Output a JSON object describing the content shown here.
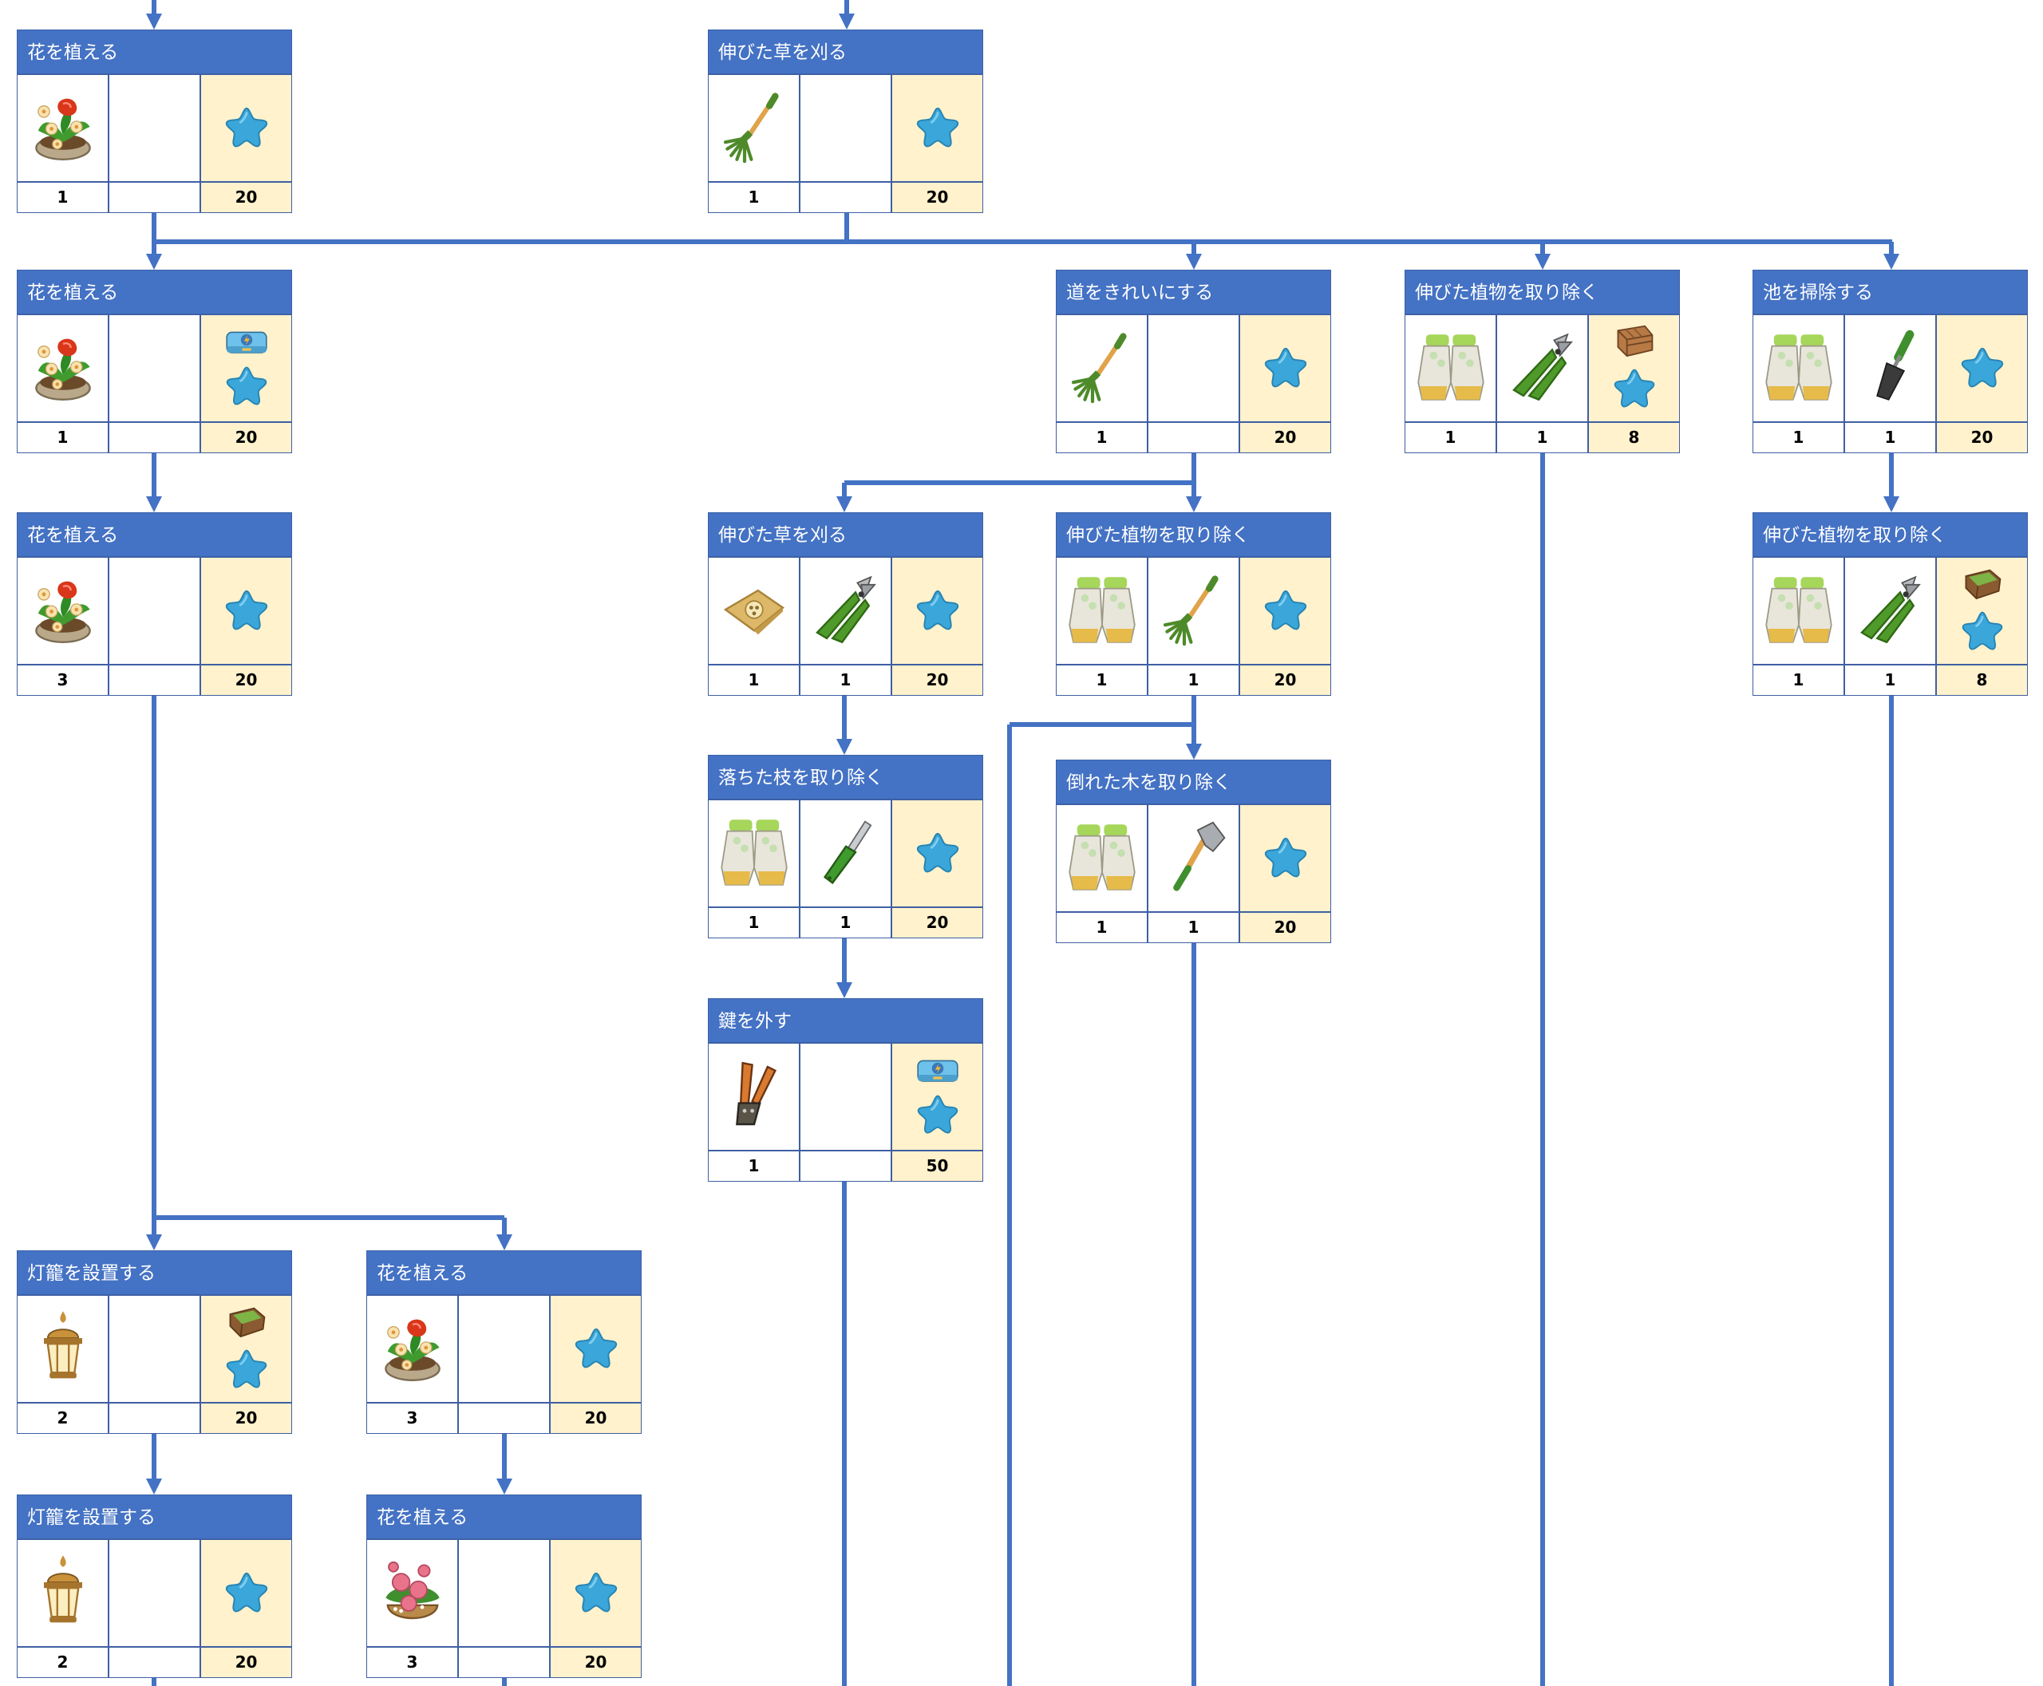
{
  "colors": {
    "header": "#4472C4",
    "connector": "#4472C4",
    "reward_cell": "#FFF2CC",
    "cell_border": "#3F5FA3"
  },
  "cards": [
    {
      "id": "plant-flowers-1",
      "title": "花を植える",
      "items": [
        {
          "icon": "flower-pot-icon",
          "qty": "1"
        },
        {
          "icon": "",
          "qty": ""
        }
      ],
      "reward": {
        "icons": [
          "blue-star-icon"
        ],
        "qty": "20"
      }
    },
    {
      "id": "cut-grass-1",
      "title": "伸びた草を刈る",
      "items": [
        {
          "icon": "rake-icon",
          "qty": "1"
        },
        {
          "icon": "",
          "qty": ""
        }
      ],
      "reward": {
        "icons": [
          "blue-star-icon"
        ],
        "qty": "20"
      }
    },
    {
      "id": "plant-flowers-2",
      "title": "花を植える",
      "items": [
        {
          "icon": "flower-pot-icon",
          "qty": "1"
        },
        {
          "icon": "",
          "qty": ""
        }
      ],
      "reward": {
        "icons": [
          "energy-toolbox-icon",
          "blue-star-icon"
        ],
        "qty": "20"
      }
    },
    {
      "id": "clean-path",
      "title": "道をきれいにする",
      "items": [
        {
          "icon": "rake-icon",
          "qty": "1"
        },
        {
          "icon": "",
          "qty": ""
        }
      ],
      "reward": {
        "icons": [
          "blue-star-icon"
        ],
        "qty": "20"
      }
    },
    {
      "id": "remove-plants-1",
      "title": "伸びた植物を取り除く",
      "items": [
        {
          "icon": "gloves-icon",
          "qty": "1"
        },
        {
          "icon": "pruning-shears-icon",
          "qty": "1"
        }
      ],
      "reward": {
        "icons": [
          "wooden-crate-icon",
          "blue-star-icon"
        ],
        "qty": "8"
      }
    },
    {
      "id": "clean-pond",
      "title": "池を掃除する",
      "items": [
        {
          "icon": "gloves-icon",
          "qty": "1"
        },
        {
          "icon": "trowel-icon",
          "qty": "1"
        }
      ],
      "reward": {
        "icons": [
          "blue-star-icon"
        ],
        "qty": "20"
      }
    },
    {
      "id": "plant-flowers-3",
      "title": "花を植える",
      "items": [
        {
          "icon": "flower-pot-icon",
          "qty": "3"
        },
        {
          "icon": "",
          "qty": ""
        }
      ],
      "reward": {
        "icons": [
          "blue-star-icon"
        ],
        "qty": "20"
      }
    },
    {
      "id": "cut-grass-2",
      "title": "伸びた草を刈る",
      "items": [
        {
          "icon": "seed-bag-icon",
          "qty": "1"
        },
        {
          "icon": "pruning-shears-icon",
          "qty": "1"
        }
      ],
      "reward": {
        "icons": [
          "blue-star-icon"
        ],
        "qty": "20"
      }
    },
    {
      "id": "remove-plants-2",
      "title": "伸びた植物を取り除く",
      "items": [
        {
          "icon": "gloves-icon",
          "qty": "1"
        },
        {
          "icon": "rake-icon",
          "qty": "1"
        }
      ],
      "reward": {
        "icons": [
          "blue-star-icon"
        ],
        "qty": "20"
      }
    },
    {
      "id": "remove-plants-3",
      "title": "伸びた植物を取り除く",
      "items": [
        {
          "icon": "gloves-icon",
          "qty": "1"
        },
        {
          "icon": "pruning-shears-icon",
          "qty": "1"
        }
      ],
      "reward": {
        "icons": [
          "moss-box-icon",
          "blue-star-icon"
        ],
        "qty": "8"
      }
    },
    {
      "id": "remove-branches",
      "title": "落ちた枝を取り除く",
      "items": [
        {
          "icon": "gloves-icon",
          "qty": "1"
        },
        {
          "icon": "knife-icon",
          "qty": "1"
        }
      ],
      "reward": {
        "icons": [
          "blue-star-icon"
        ],
        "qty": "20"
      }
    },
    {
      "id": "remove-fallen-tree",
      "title": "倒れた木を取り除く",
      "items": [
        {
          "icon": "gloves-icon",
          "qty": "1"
        },
        {
          "icon": "axe-icon",
          "qty": "1"
        }
      ],
      "reward": {
        "icons": [
          "blue-star-icon"
        ],
        "qty": "20"
      }
    },
    {
      "id": "unlock",
      "title": "鍵を外す",
      "items": [
        {
          "icon": "bolt-cutter-icon",
          "qty": "1"
        },
        {
          "icon": "",
          "qty": ""
        }
      ],
      "reward": {
        "icons": [
          "energy-toolbox-icon",
          "blue-star-icon"
        ],
        "qty": "50"
      }
    },
    {
      "id": "install-lantern-1",
      "title": "灯籠を設置する",
      "items": [
        {
          "icon": "lantern-icon",
          "qty": "2"
        },
        {
          "icon": "",
          "qty": ""
        }
      ],
      "reward": {
        "icons": [
          "moss-box-icon",
          "blue-star-icon"
        ],
        "qty": "20"
      }
    },
    {
      "id": "plant-flowers-4",
      "title": "花を植える",
      "items": [
        {
          "icon": "flower-pot-icon",
          "qty": "3"
        },
        {
          "icon": "",
          "qty": ""
        }
      ],
      "reward": {
        "icons": [
          "blue-star-icon"
        ],
        "qty": "20"
      }
    },
    {
      "id": "install-lantern-2",
      "title": "灯籠を設置する",
      "items": [
        {
          "icon": "lantern-icon",
          "qty": "2"
        },
        {
          "icon": "",
          "qty": ""
        }
      ],
      "reward": {
        "icons": [
          "blue-star-icon"
        ],
        "qty": "20"
      }
    },
    {
      "id": "plant-flowers-5",
      "title": "花を植える",
      "items": [
        {
          "icon": "peony-pot-icon",
          "qty": "3"
        },
        {
          "icon": "",
          "qty": ""
        }
      ],
      "reward": {
        "icons": [
          "blue-star-icon"
        ],
        "qty": "20"
      }
    }
  ]
}
